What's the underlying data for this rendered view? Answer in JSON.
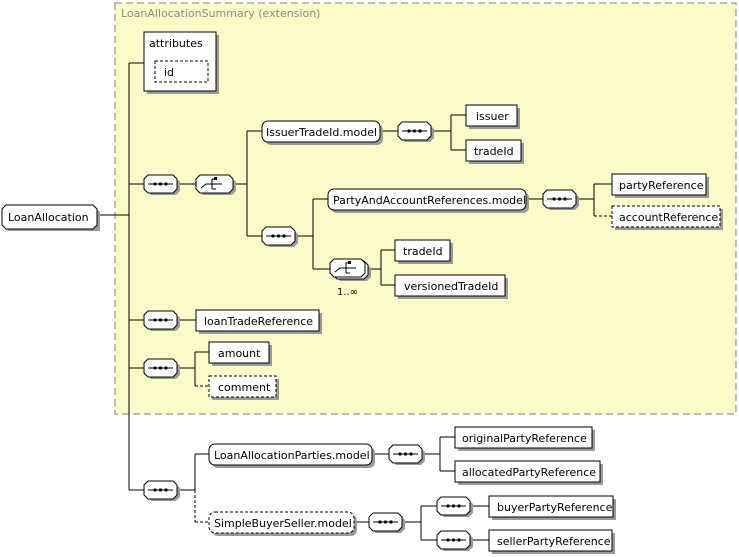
{
  "extension_title": "LoanAllocationSummary (extension)",
  "root": "LoanAllocation",
  "attributes": {
    "label": "attributes",
    "items": [
      "id"
    ]
  },
  "issuer_model": {
    "label": "IssuerTradeId.model",
    "children": [
      "issuer",
      "tradeId"
    ]
  },
  "party_model": {
    "label": "PartyAndAccountReferences.model",
    "children": [
      "partyReference",
      "accountReference"
    ]
  },
  "trade_choice": {
    "cardinality": "1..∞",
    "children": [
      "tradeId",
      "versionedTradeId"
    ]
  },
  "loan_trade_reference": "loanTradeReference",
  "amount": "amount",
  "comment": "comment",
  "parties_model": {
    "label": "LoanAllocationParties.model",
    "children": [
      "originalPartyReference",
      "allocatedPartyReference"
    ]
  },
  "buyer_seller_model": {
    "label": "SimpleBuyerSeller.model",
    "children": [
      "buyerPartyReference",
      "sellerPartyReference"
    ]
  },
  "colors": {
    "extension_fill": "#fbfbc8",
    "extension_border": "#9a9a9a",
    "lines": "#000000"
  }
}
